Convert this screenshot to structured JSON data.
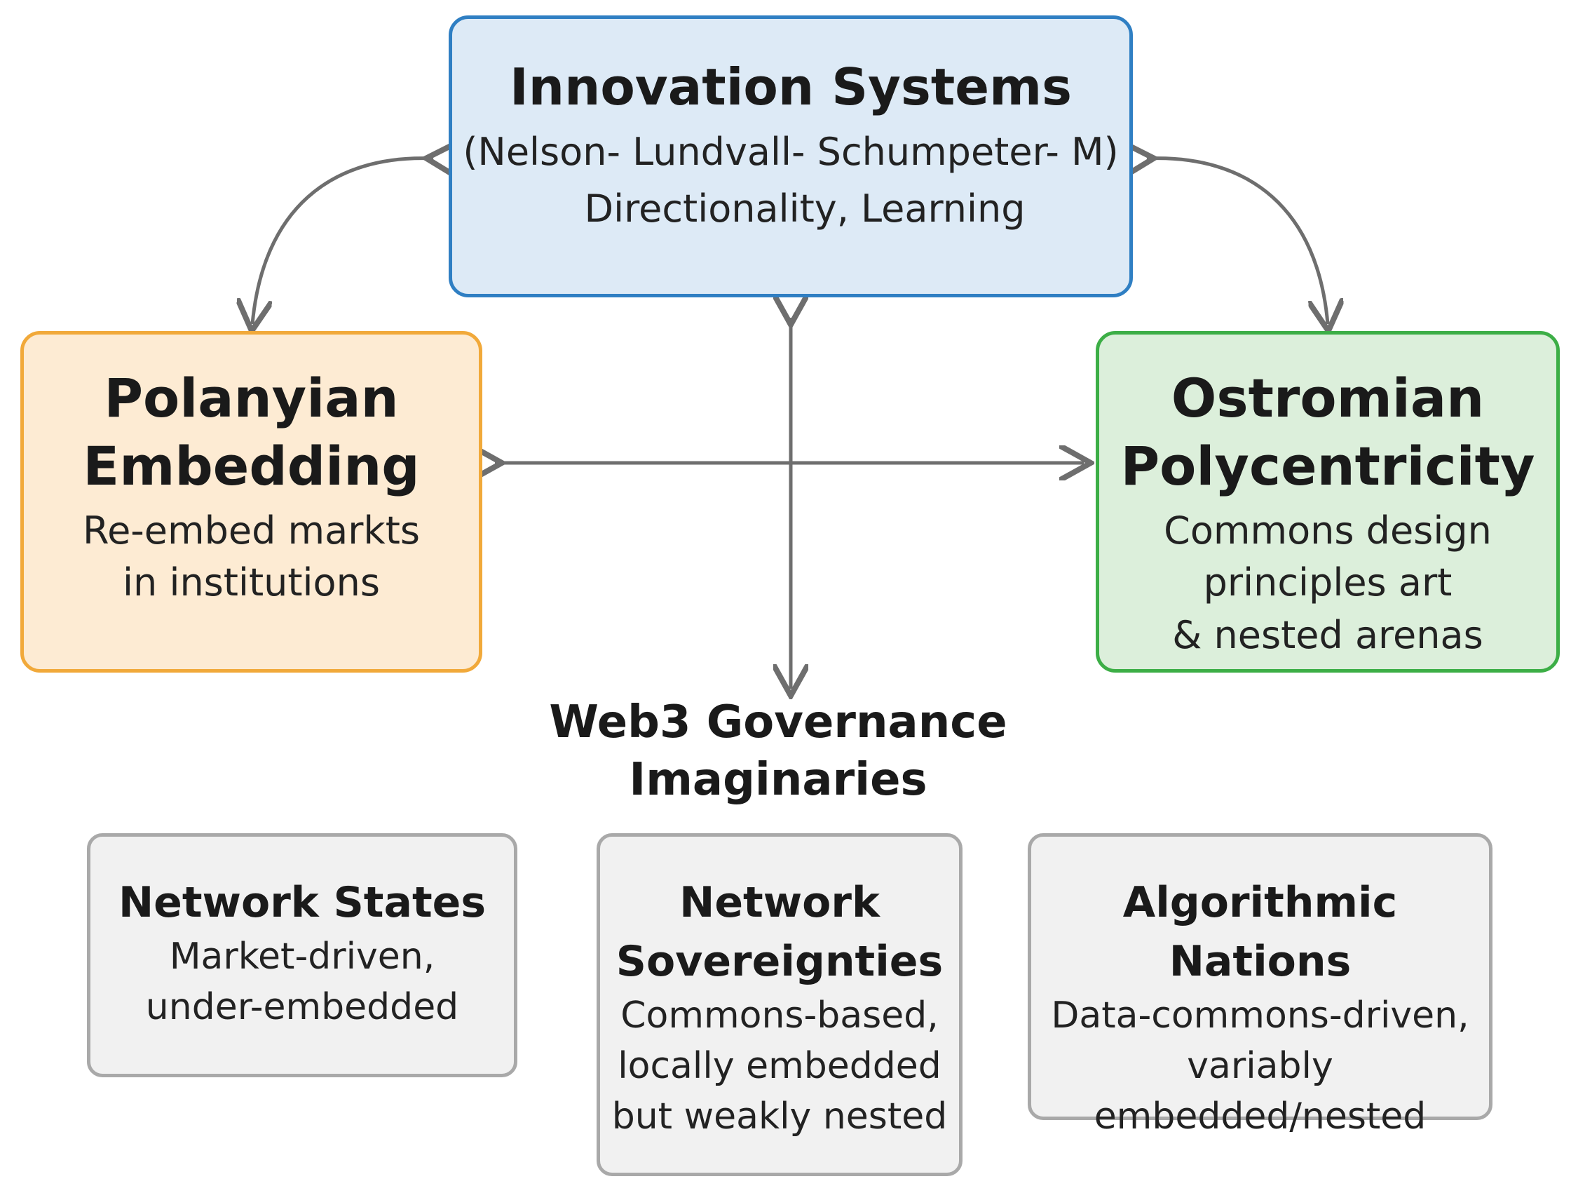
{
  "colors": {
    "innovation_fill": "#ddeaf6",
    "innovation_border": "#2f7fc3",
    "polanyian_fill": "#fdebd3",
    "polanyian_border": "#f1a93a",
    "ostromian_fill": "#dcefdb",
    "ostromian_border": "#3cae46",
    "imaginary_fill": "#f1f1f1",
    "imaginary_border": "#a9a9a9",
    "arrow": "#6e6e6e"
  },
  "innovation": {
    "title": "Innovation Systems",
    "line1": "(Nelson- Lundvall- Schumpeter- M)",
    "line2": "Directionality, Learning"
  },
  "polanyian": {
    "title_line1": "Polanyian",
    "title_line2": "Embedding",
    "desc_line1": "Re-embed markts",
    "desc_line2": "in institutions"
  },
  "ostromian": {
    "title_line1": "Ostromian",
    "title_line2": "Polycentricity",
    "desc_line1": "Commons design",
    "desc_line2": "principles art",
    "desc_line3": "& nested arenas"
  },
  "web3": {
    "title_line1": "Web3 Governance",
    "title_line2": "Imaginaries"
  },
  "imaginaries": {
    "network_states": {
      "title": "Network States",
      "desc_line1": "Market-driven,",
      "desc_line2": "under-embedded"
    },
    "network_sovereignties": {
      "title_line1": "Network",
      "title_line2": "Sovereignties",
      "desc_line1": "Commons-based,",
      "desc_line2": "locally embedded",
      "desc_line3": "but weakly nested"
    },
    "algorithmic_nations": {
      "title": "Algorithmic Nations",
      "desc_line1": "Data-commons-driven,",
      "desc_line2": "variably",
      "desc_line3": "embedded/nested"
    }
  }
}
